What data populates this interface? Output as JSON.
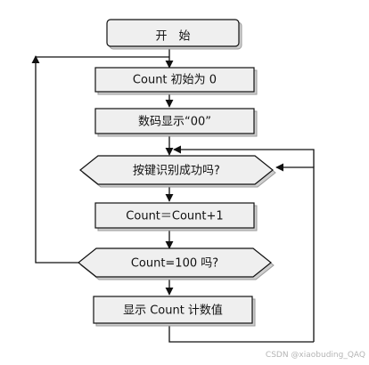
{
  "nodes": {
    "start": "开　始",
    "init": "Count 初始为 0",
    "show_zero": "数码显示“00”",
    "key_check": "按键识别成功吗?",
    "increment": "Count＝Count+1",
    "count_check": "Count=100 吗?",
    "show_count": "显示 Count 计数值"
  },
  "watermark": "CSDN @xiaobuding_QAQ",
  "colors": {
    "node_fill": "#efefef",
    "stroke": "#111111",
    "shadow": "#cfcfcf",
    "watermark": "#b5b5b5"
  }
}
